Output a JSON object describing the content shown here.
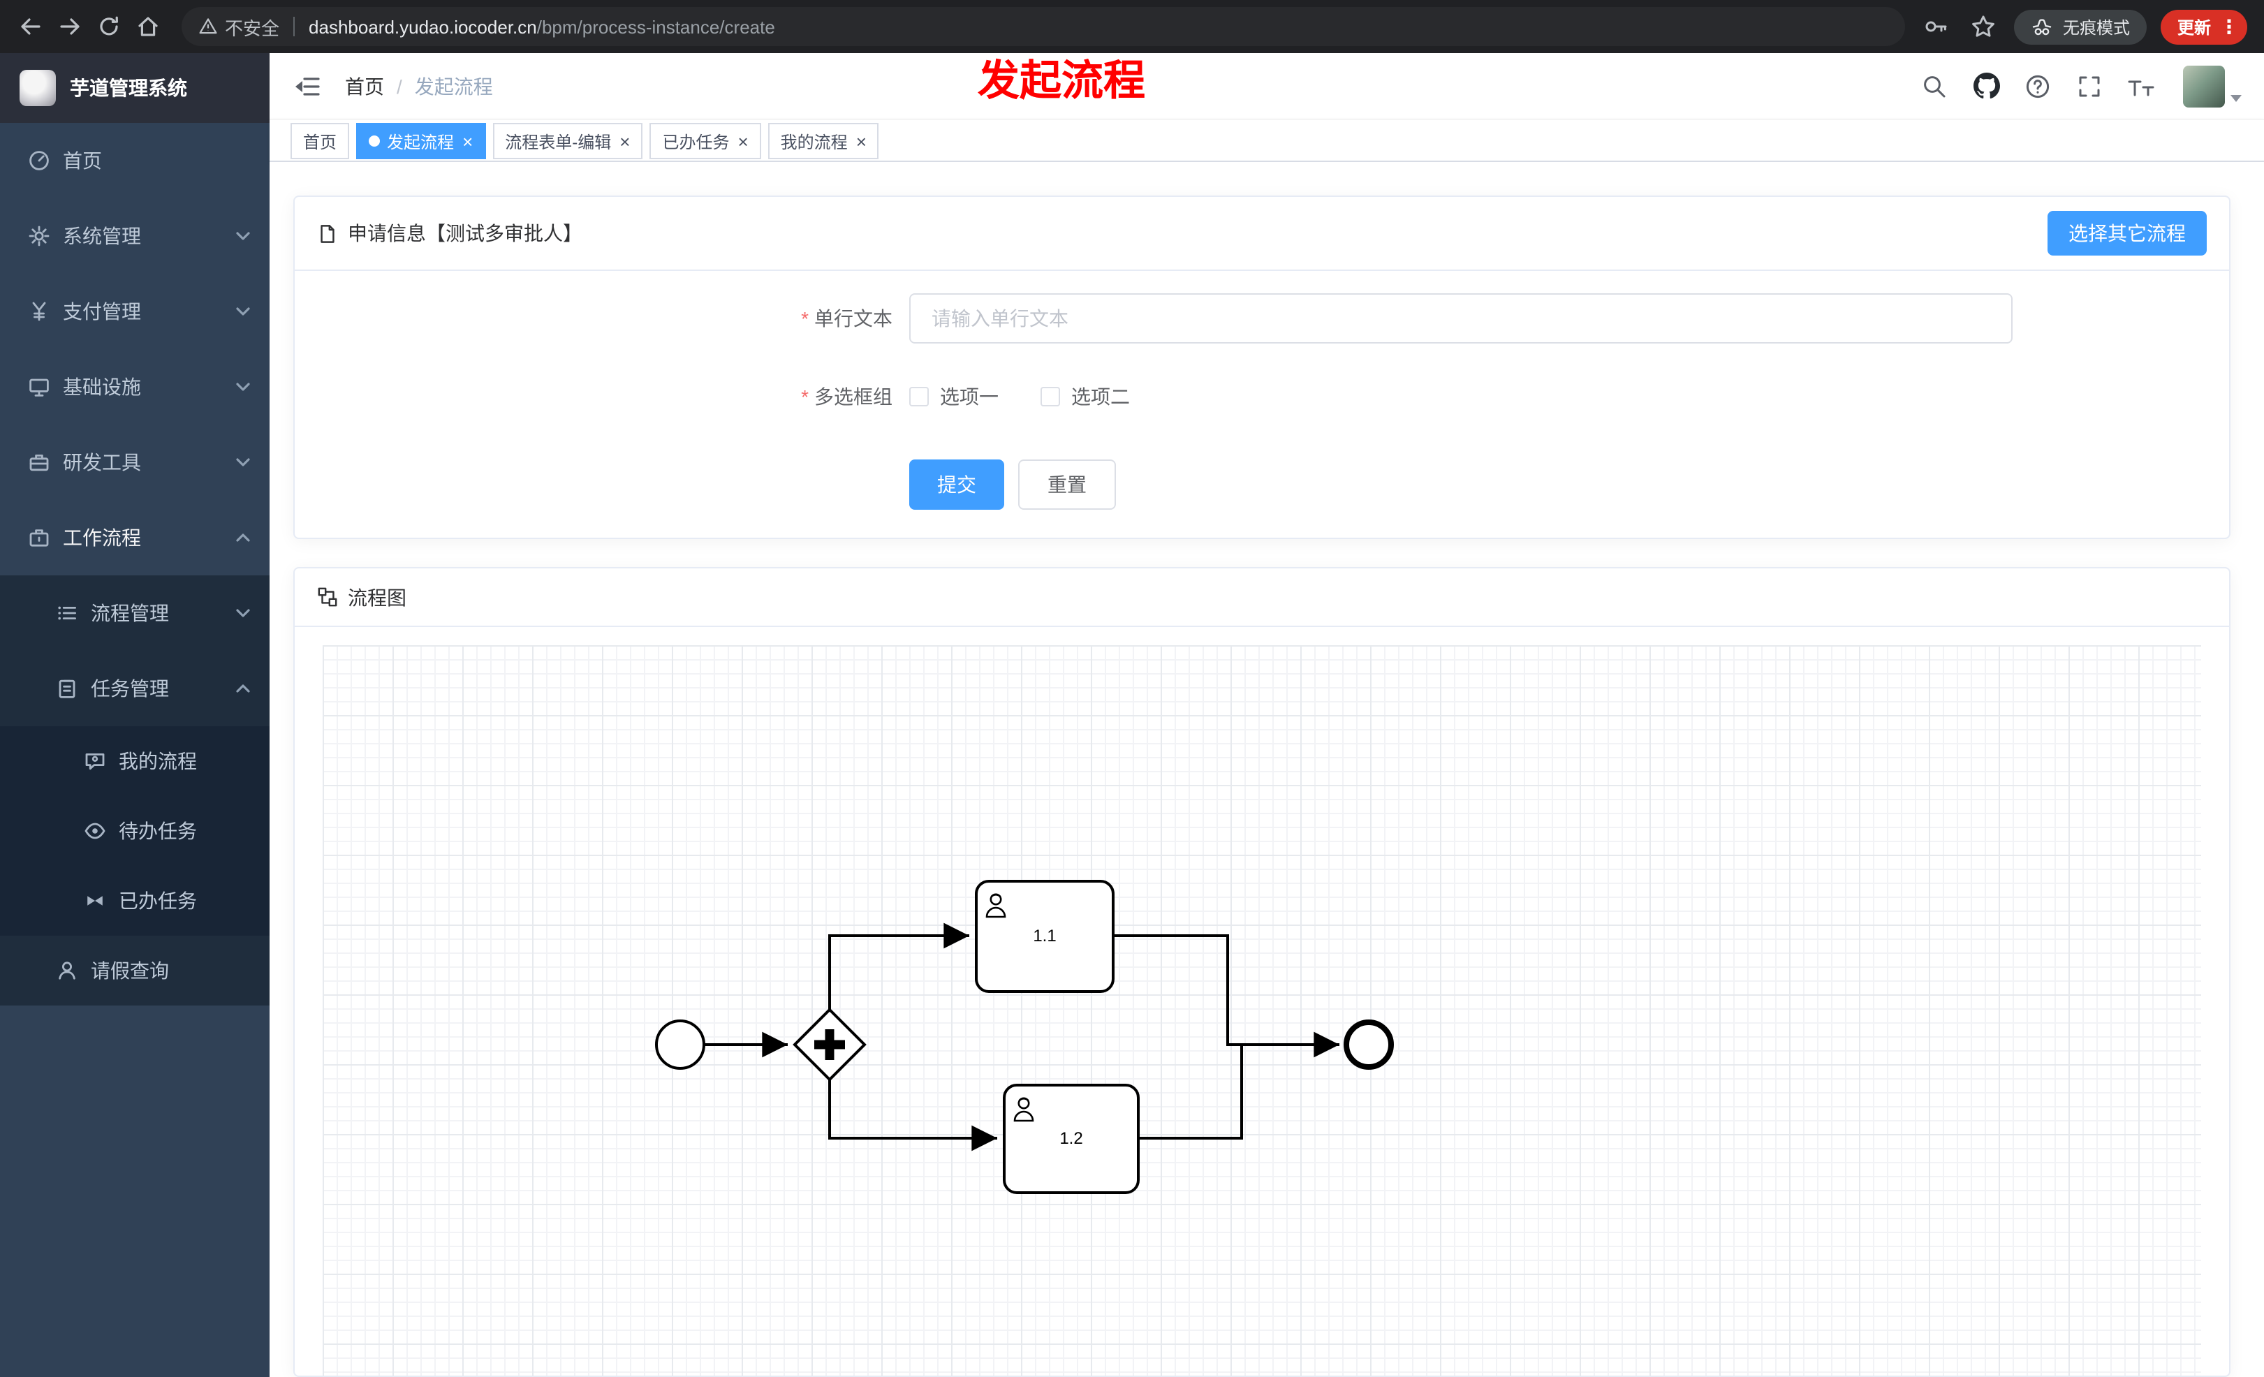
{
  "browser": {
    "security_label": "不安全",
    "url_domain": "dashboard.yudao.iocoder.cn",
    "url_path": "/bpm/process-instance/create",
    "incognito_label": "无痕模式",
    "update_label": "更新"
  },
  "annotation": {
    "text": "发起流程"
  },
  "sidebar": {
    "logo_title": "芋道管理系统",
    "items": [
      {
        "label": "首页",
        "icon": "dashboard-icon",
        "level": 1
      },
      {
        "label": "系统管理",
        "icon": "gear-icon",
        "level": 1,
        "expand": "down"
      },
      {
        "label": "支付管理",
        "icon": "yen-icon",
        "level": 1,
        "expand": "down"
      },
      {
        "label": "基础设施",
        "icon": "monitor-icon",
        "level": 1,
        "expand": "down"
      },
      {
        "label": "研发工具",
        "icon": "toolbox-icon",
        "level": 1,
        "expand": "down"
      },
      {
        "label": "工作流程",
        "icon": "briefcase-icon",
        "level": 1,
        "expand": "up"
      },
      {
        "label": "流程管理",
        "icon": "list-icon",
        "level": 2,
        "expand": "down"
      },
      {
        "label": "任务管理",
        "icon": "clipboard-icon",
        "level": 2,
        "expand": "up"
      },
      {
        "label": "我的流程",
        "icon": "chat-user-icon",
        "level": 3
      },
      {
        "label": "待办任务",
        "icon": "eye-icon",
        "level": 3
      },
      {
        "label": "已办任务",
        "icon": "bowtie-icon",
        "level": 3
      },
      {
        "label": "请假查询",
        "icon": "user-icon",
        "level": 2
      }
    ]
  },
  "header": {
    "breadcrumb_home": "首页",
    "breadcrumb_current": "发起流程"
  },
  "tabs": [
    {
      "label": "首页",
      "active": false,
      "closable": false
    },
    {
      "label": "发起流程",
      "active": true,
      "closable": true
    },
    {
      "label": "流程表单-编辑",
      "active": false,
      "closable": true
    },
    {
      "label": "已办任务",
      "active": false,
      "closable": true
    },
    {
      "label": "我的流程",
      "active": false,
      "closable": true
    }
  ],
  "apply_card": {
    "title": "申请信息【测试多审批人】",
    "choose_other_label": "选择其它流程",
    "single_line_label": "单行文本",
    "single_line_placeholder": "请输入单行文本",
    "single_line_value": "",
    "checkbox_group_label": "多选框组",
    "option1": "选项一",
    "option2": "选项二",
    "option1_checked": false,
    "option2_checked": false,
    "submit_label": "提交",
    "reset_label": "重置"
  },
  "diagram_card": {
    "title": "流程图",
    "diagram_type": "bpmn",
    "nodes": [
      "start-event",
      "parallel-gateway",
      "user-task-1.1",
      "user-task-1.2",
      "end-event"
    ],
    "task1_label": "1.1",
    "task2_label": "1.2"
  },
  "colors": {
    "primary": "#409eff",
    "sidebar_bg": "#304156",
    "sidebar_sub_bg": "#1f2d3d",
    "annotation_red": "#ff0000",
    "update_badge": "#d93025",
    "danger_asterisk": "#f56c6c"
  }
}
